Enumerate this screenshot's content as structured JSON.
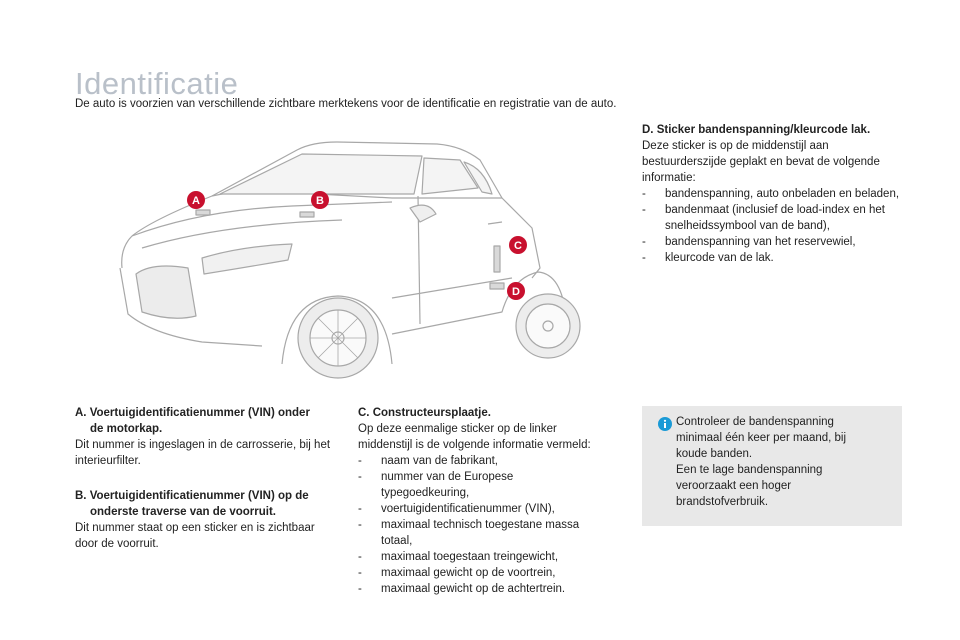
{
  "page": {
    "title": "Identificatie",
    "intro": "De auto is voorzien van verschillende zichtbare merktekens voor de identificatie en registratie van de auto."
  },
  "markers": {
    "a": "A",
    "b": "B",
    "c": "C",
    "d": "D",
    "color": "#c8102e"
  },
  "section_a": {
    "heading": "A. Voertuigidentificatienummer (VIN) onder",
    "heading_cont": "de motorkap.",
    "body": "Dit nummer is ingeslagen in de carrosserie, bij het interieurfilter."
  },
  "section_b": {
    "heading": "B. Voertuigidentificatienummer (VIN) op de",
    "heading_cont": "onderste traverse van de voorruit.",
    "body": "Dit nummer staat op een sticker en is zichtbaar door de voorruit."
  },
  "section_c": {
    "heading": "C. Constructeursplaatje.",
    "body": "Op deze eenmalige sticker op de linker middenstijl is de volgende informatie vermeld:",
    "items": [
      "naam van de fabrikant,",
      "nummer van de Europese typegoedkeuring,",
      "voertuigidentificatienummer (VIN),",
      "maximaal technisch toegestane massa totaal,",
      "maximaal toegestaan treingewicht,",
      "maximaal gewicht op de voortrein,",
      "maximaal gewicht op de achtertrein."
    ]
  },
  "section_d": {
    "heading": "D. Sticker bandenspanning/kleurcode lak.",
    "body": "Deze sticker is op de middenstijl aan bestuurderszijde geplakt en bevat de volgende informatie:",
    "items": [
      "bandenspanning, auto onbeladen en beladen,",
      "bandenmaat (inclusief de load-index en het snelheidssymbool van de band),",
      "bandenspanning van het reservewiel,",
      "kleurcode van de lak."
    ]
  },
  "tip": {
    "icon": "info-icon",
    "accent": "#1a9ad6",
    "line1": "Controleer de bandenspanning minimaal één keer per maand, bij koude banden.",
    "line2": "Een te lage bandenspanning veroorzaakt een hoger brandstofverbruik."
  }
}
